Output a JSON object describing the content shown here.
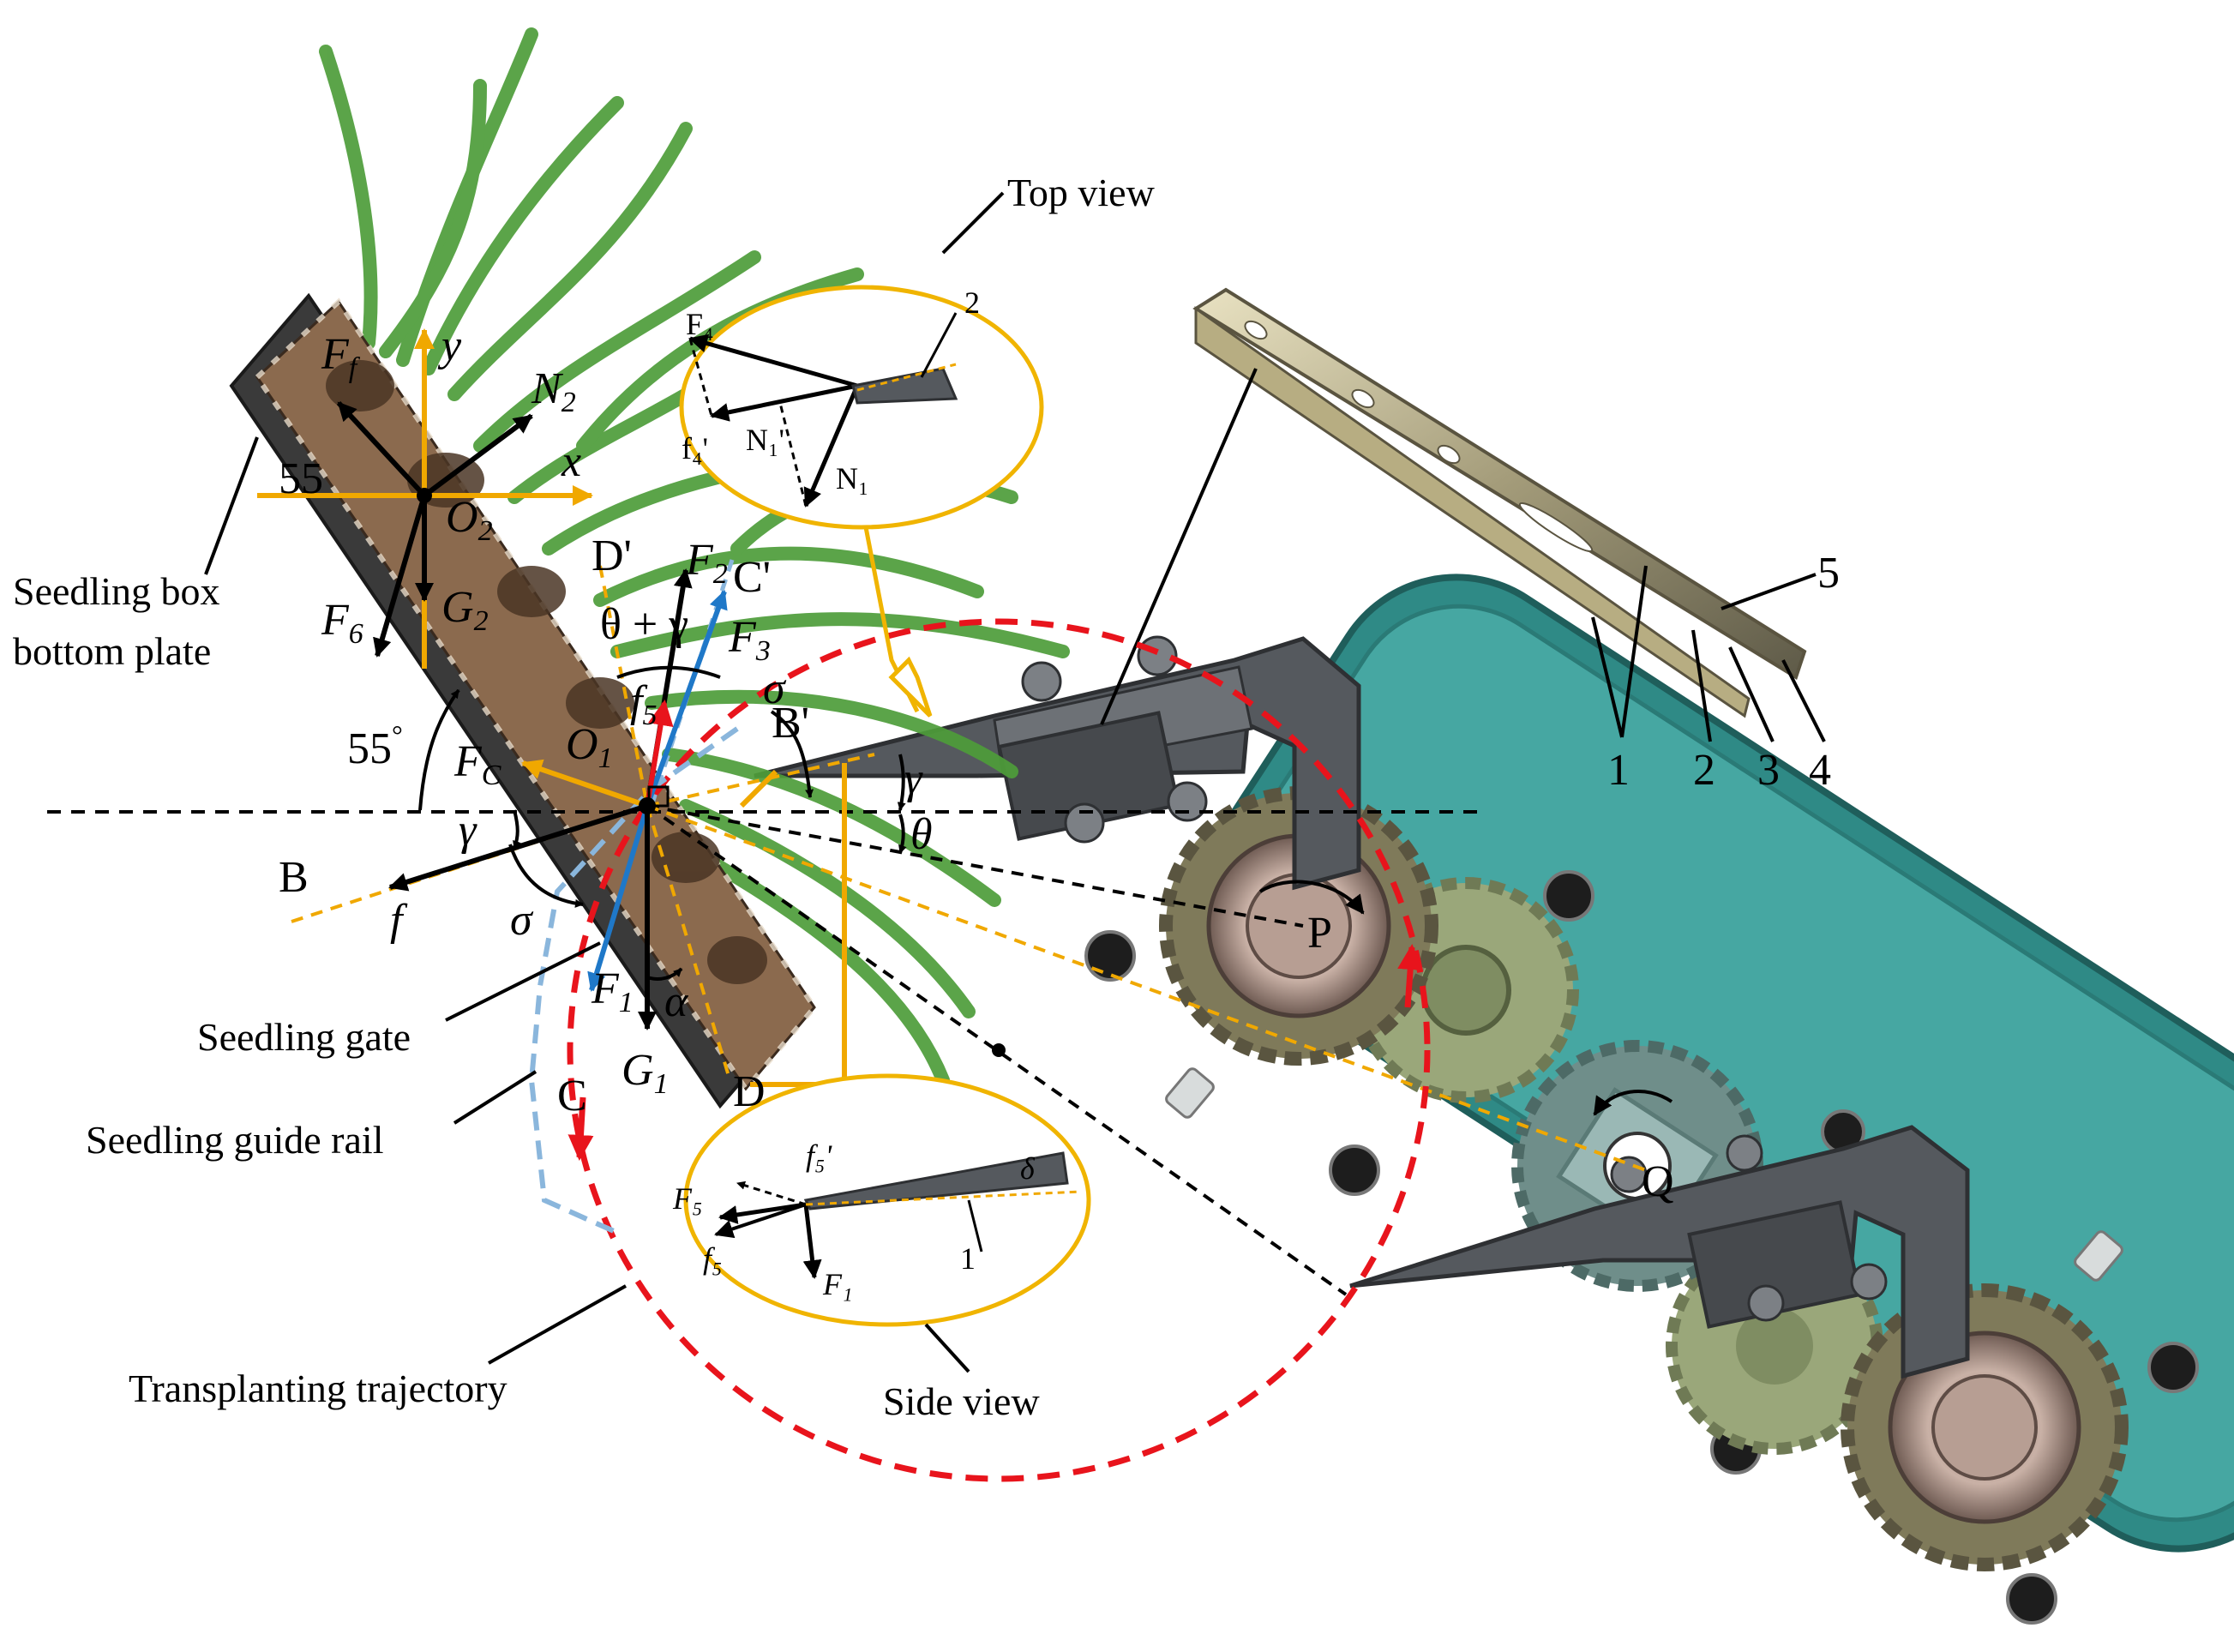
{
  "captions": {
    "top_view": "Top view",
    "side_view": "Side view",
    "box_plate_line1": "Seedling box",
    "box_plate_line2": "bottom plate",
    "seedling_gate": "Seedling gate",
    "guide_rail": "Seedling guide rail",
    "trajectory": "Transplanting trajectory"
  },
  "points": {
    "B": "B",
    "B_prime": "B'",
    "C": "C",
    "C_prime": "C'",
    "D": "D",
    "D_prime": "D'",
    "P": "P",
    "Q": "Q",
    "O1": "O",
    "O1_sub": "1",
    "O2": "O",
    "O2_sub": "2"
  },
  "forces": {
    "Ff": "F",
    "Ff_sub": "f",
    "y_axis": "y",
    "x_axis": "x",
    "N2": "N",
    "N2_sub": "2",
    "F6": "F",
    "F6_sub": "6",
    "G2": "G",
    "G2_sub": "2",
    "F2": "F",
    "F2_sub": "2",
    "F3": "F",
    "F3_sub": "3",
    "f5p": "f",
    "f5p_sub": "5",
    "Fc": "F",
    "Fc_sub": "C",
    "f": "f",
    "F1": "F",
    "F1_sub": "1",
    "G1": "G",
    "G1_sub": "1"
  },
  "angles": {
    "angle_55_top": "55",
    "angle_55_deg": "55",
    "deg_mark": "°",
    "theta_plus_gamma": "θ + γ",
    "sigma_top": "σ",
    "sigma_bottom": "σ",
    "gamma_right": "γ",
    "gamma_left": "γ",
    "theta": "θ",
    "alpha": "α"
  },
  "top_view_inset": {
    "F4": "F₄",
    "f4": "f₄'",
    "N1p": "N₁'",
    "N1": "N₁",
    "part": "2"
  },
  "side_view_inset": {
    "f5p": "f₅'",
    "F5": "F₅",
    "f5": "f₅",
    "F1": "F₁",
    "delta": "δ",
    "part": "1"
  },
  "needle_parts": [
    "1",
    "2",
    "3",
    "4",
    "5"
  ],
  "colors": {
    "trajectory": "#e8141c",
    "guide_rail": "#8ab6dc",
    "force_blue": "#1f78c8",
    "inset_border": "#f0b400",
    "yellow_axis": "#f0a800",
    "gearbox": "#3b9a96",
    "arm": "#55595e",
    "seedling": "#4e9d3a"
  }
}
